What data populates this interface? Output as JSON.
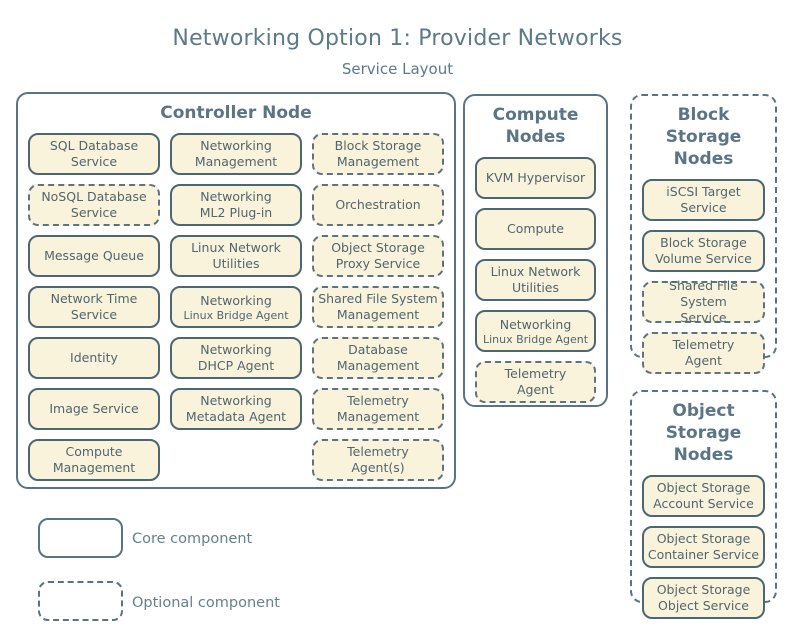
{
  "title": "Networking Option 1: Provider Networks",
  "subtitle": "Service Layout",
  "colors": {
    "box_fill": "#faf3dc",
    "box_border": "#4c6672",
    "panel_border": "#5a7382",
    "heading_text": "#5b7585",
    "title_text": "#5b7a8a",
    "body_text": "#50656e"
  },
  "panels": {
    "controller": {
      "title": "Controller Node",
      "border": "solid",
      "items": [
        {
          "label": "SQL Database\nService",
          "style": "solid"
        },
        {
          "label": "Networking\nManagement",
          "style": "solid"
        },
        {
          "label": "Block Storage\nManagement",
          "style": "dashed"
        },
        {
          "label": "NoSQL Database\nService",
          "style": "dashed"
        },
        {
          "label": "Networking\nML2 Plug-in",
          "style": "solid"
        },
        {
          "label": "Orchestration",
          "style": "dashed"
        },
        {
          "label": "Message Queue",
          "style": "solid"
        },
        {
          "label": "Linux Network\nUtilities",
          "style": "solid"
        },
        {
          "label": "Object Storage\nProxy Service",
          "style": "dashed"
        },
        {
          "label": "Network Time\nService",
          "style": "solid"
        },
        {
          "label": "Networking",
          "sub": "Linux Bridge Agent",
          "style": "solid"
        },
        {
          "label": "Shared File System\nManagement",
          "style": "dashed"
        },
        {
          "label": "Identity",
          "style": "solid"
        },
        {
          "label": "Networking\nDHCP Agent",
          "style": "solid"
        },
        {
          "label": "Database\nManagement",
          "style": "dashed"
        },
        {
          "label": "Image Service",
          "style": "solid"
        },
        {
          "label": "Networking\nMetadata Agent",
          "style": "solid"
        },
        {
          "label": "Telemetry\nManagement",
          "style": "dashed"
        },
        {
          "label": "Compute\nManagement",
          "style": "solid"
        },
        {
          "label": "Telemetry\nAgent(s)",
          "style": "dashed"
        }
      ]
    },
    "compute": {
      "title": "Compute\nNodes",
      "border": "solid",
      "items": [
        {
          "label": "KVM Hypervisor",
          "style": "solid"
        },
        {
          "label": "Compute",
          "style": "solid"
        },
        {
          "label": "Linux Network\nUtilities",
          "style": "solid"
        },
        {
          "label": "Networking",
          "sub": "Linux Bridge Agent",
          "style": "solid"
        },
        {
          "label": "Telemetry\nAgent",
          "style": "dashed"
        }
      ]
    },
    "block_storage": {
      "title": "Block Storage\nNodes",
      "border": "dashed",
      "items": [
        {
          "label": "iSCSI Target\nService",
          "style": "solid"
        },
        {
          "label": "Block Storage\nVolume Service",
          "style": "solid"
        },
        {
          "label": "Shared File System\nService",
          "style": "dashed"
        },
        {
          "label": "Telemetry\nAgent",
          "style": "dashed"
        }
      ]
    },
    "object_storage": {
      "title": "Object\nStorage Nodes",
      "border": "dashed",
      "items": [
        {
          "label": "Object Storage\nAccount Service",
          "style": "solid"
        },
        {
          "label": "Object Storage\nContainer Service",
          "style": "solid"
        },
        {
          "label": "Object Storage\nObject Service",
          "style": "solid"
        }
      ]
    }
  },
  "legend": {
    "core": {
      "label": "Core component",
      "style": "solid"
    },
    "optional": {
      "label": "Optional component",
      "style": "dashed"
    }
  }
}
